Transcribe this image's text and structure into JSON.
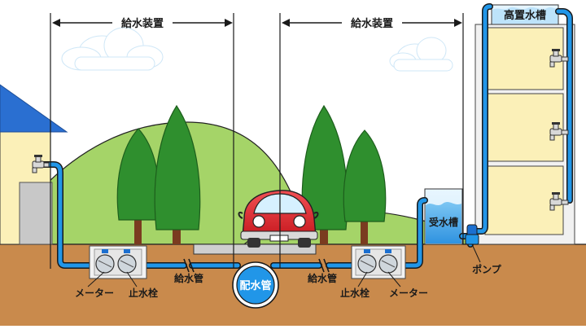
{
  "labels": {
    "supply_device_left": "給水装置",
    "supply_device_right": "給水装置",
    "meter_left": "メーター",
    "stop_valve_left": "止水栓",
    "supply_pipe_left": "給水管",
    "distribution_main": "配水管",
    "supply_pipe_right": "給水管",
    "stop_valve_right": "止水栓",
    "meter_right": "メーター",
    "receiving_tank": "受水槽",
    "pump": "ポンプ",
    "elevated_tank": "高置水槽"
  },
  "colors": {
    "sky": "#ffffff",
    "ground": "#c8884a",
    "hill": "#9fcf5f",
    "pipe": "#1b8fe0",
    "pipe_outline": "#1a1a1a",
    "tree": "#2f8f2e",
    "house_wall": "#fbf0b8",
    "roof": "#2a6fd1",
    "building": "#fbf0b8",
    "car": "#e8262b",
    "water": "#3aa0e8"
  },
  "icons": {
    "faucet": "faucet-icon",
    "meter": "meter-icon",
    "cloud": "cloud-icon",
    "tree": "tree-icon",
    "car": "car-icon",
    "pump": "pump-icon"
  }
}
